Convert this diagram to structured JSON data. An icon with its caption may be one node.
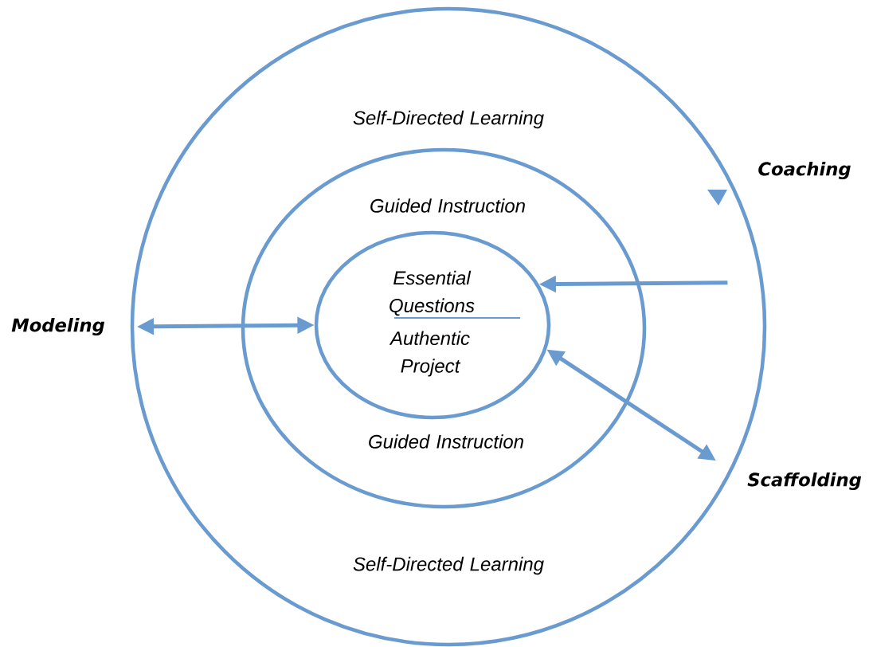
{
  "diagram": {
    "nodes": [
      {
        "text": [
          "Self-Directed Learning",
          "Self-Directed Learning"
        ]
      },
      {
        "text": [
          "Guided Instruction",
          "Guided Instruction"
        ],
        "in": 0
      },
      {
        "text": [
          "Essential Questions",
          "Authentic Project"
        ],
        "in": 1
      }
    ],
    "edges": [
      {
        "from": 2,
        "to": 0,
        "arrow": "both"
      },
      {
        "from": 0,
        "to": 2,
        "arrow": "to"
      },
      {
        "from": 2,
        "to": 0,
        "arrow": "both"
      }
    ],
    "labels": [
      "Coaching",
      "Modeling",
      "Scaffolding"
    ]
  }
}
